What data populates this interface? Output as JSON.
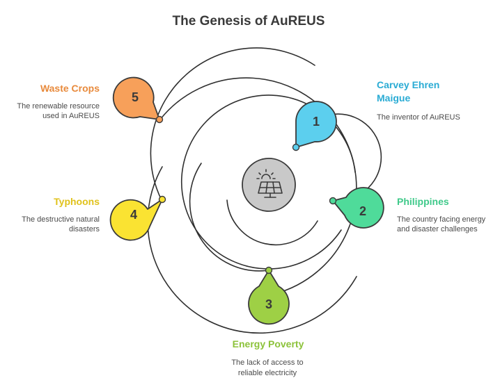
{
  "title": "The Genesis of AuREUS",
  "center": {
    "icon": "solar-panel-icon",
    "fill": "#c9c9c9"
  },
  "items": [
    {
      "number": "1",
      "label_lines": [
        "Carvey Ehren",
        "Maigue"
      ],
      "description_lines": [
        "The inventor of AuREUS"
      ],
      "color": "#29abd4",
      "fill": "#5ccfee"
    },
    {
      "number": "2",
      "label_lines": [
        "Philippines"
      ],
      "description_lines": [
        "The country facing energy",
        "and disaster challenges"
      ],
      "color": "#3fc98a",
      "fill": "#4fdb9a"
    },
    {
      "number": "3",
      "label_lines": [
        "Energy Poverty"
      ],
      "description_lines": [
        "The lack of access to",
        "reliable electricity"
      ],
      "color": "#8cc23a",
      "fill": "#9ed045"
    },
    {
      "number": "4",
      "label_lines": [
        "Typhoons"
      ],
      "description_lines": [
        "The destructive natural",
        "disasters"
      ],
      "color": "#e0c21c",
      "fill": "#fae332"
    },
    {
      "number": "5",
      "label_lines": [
        "Waste Crops"
      ],
      "description_lines": [
        "The renewable resource",
        "used in AuREUS"
      ],
      "color": "#e88a3c",
      "fill": "#f7a05a"
    }
  ]
}
